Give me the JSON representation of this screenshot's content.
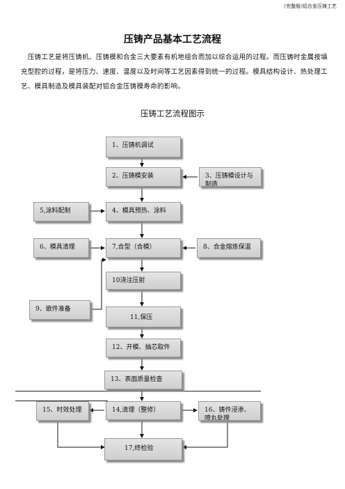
{
  "header": "(完整版)铝合金压铸工艺",
  "title": "压铸产品基本工艺流程",
  "paragraph": "压铸工艺是将压铸机、压铸模和合金三大要素有机地组合而加以综合运用的过程。而压铸时金属按填充型腔的过程，是将压力、速度、温度以及时间等工艺因素得到统一的过程。模具结构设计、热处理工艺、模具制造及模具装配对铝合金压铸模寿命的影响。",
  "diagram_title": "压铸工艺流程图示",
  "steps": {
    "s1": "1、压铸机调试",
    "s2": "2、压铸模安装",
    "s3": "3、压铸模设计与制造",
    "s4": "4、模具预热、涂料",
    "s5": "5,涂料配制",
    "s6": "6、模具清理",
    "s7": "7,合型（合模）",
    "s8": "8、合金熔炼保温",
    "s9": "9、嵌件准备",
    "s10": "10浇注压射",
    "s11": "11,保压",
    "s12": "12、开模、抽芯取件",
    "s13": "13、表面质量检查",
    "s14": "14,清理（整修）",
    "s15": "15、时效处理",
    "s16": "16、铸件浸渗、喷丸处理",
    "s17": "17,终检验"
  }
}
